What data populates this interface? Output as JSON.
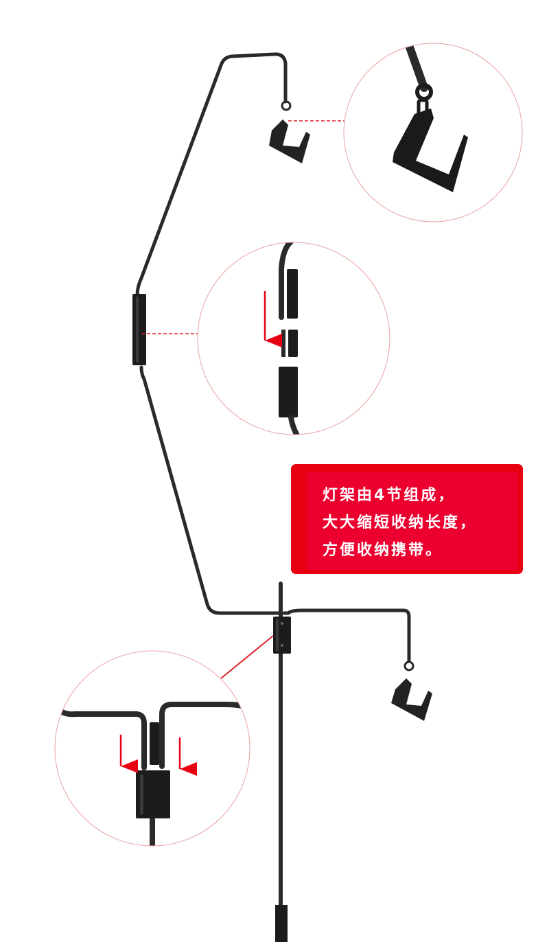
{
  "callout": {
    "lines": [
      "灯架由4节组成，",
      "大大缩短收纳长度，",
      "方便收纳携带。"
    ]
  },
  "colors": {
    "accent": "#e60012",
    "metal": "#2a2a2a",
    "callout_line": "#e0202a",
    "circle_border": "#e8a0a0",
    "arrow": "#e60012"
  },
  "icons": {
    "hook": "hook-icon",
    "arrow": "arrow-down-icon",
    "ring": "ring-icon"
  }
}
